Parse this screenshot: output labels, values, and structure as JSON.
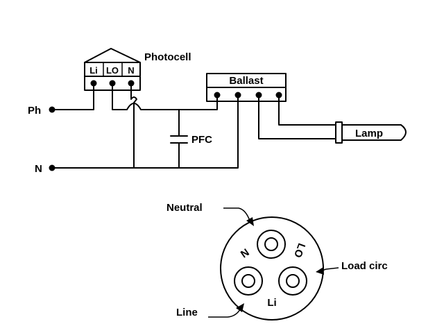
{
  "wiring": {
    "photocell_label": "Photocell",
    "photocell_terminals": [
      "Li",
      "LO",
      "N"
    ],
    "ballast_label": "Ballast",
    "pfc_label": "PFC",
    "lamp_label": "Lamp",
    "phase_label": "Ph",
    "neutral_label": "N"
  },
  "socket": {
    "neutral_label": "Neutral",
    "load_label": "Load circ",
    "line_label": "Line",
    "pin_n": "N",
    "pin_lo": "LO",
    "pin_li": "Li"
  }
}
